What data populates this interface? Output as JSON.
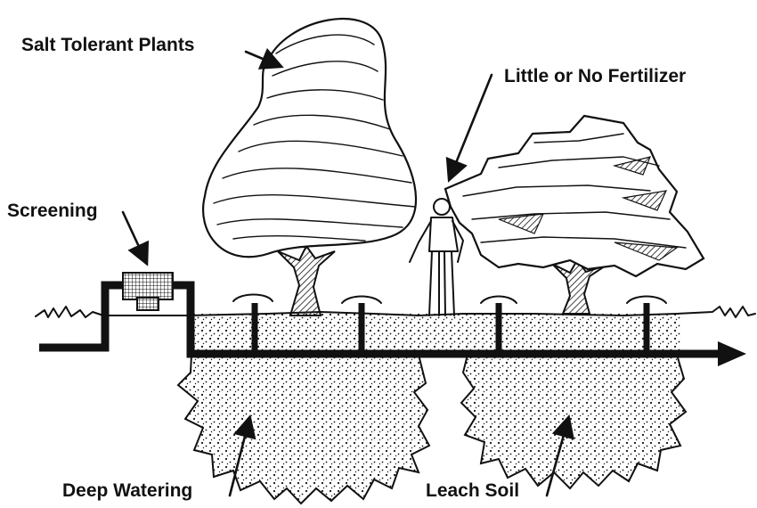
{
  "labels": {
    "salt_tolerant_plants": "Salt Tolerant Plants",
    "little_or_no_fertilizer": "Little or No Fertilizer",
    "screening": "Screening",
    "deep_watering": "Deep Watering",
    "leach_soil": "Leach Soil"
  },
  "colors": {
    "ink": "#111111",
    "background": "#ffffff"
  }
}
